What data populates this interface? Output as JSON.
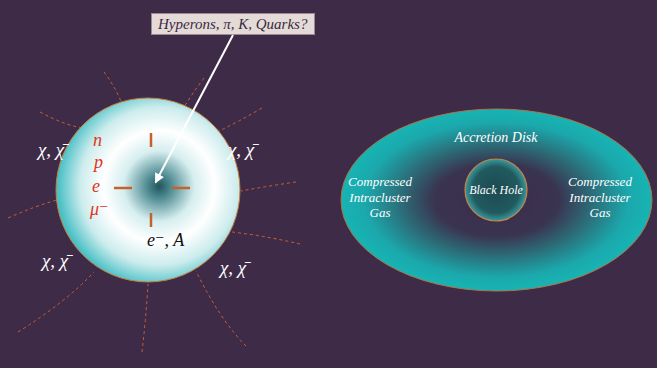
{
  "diagram": {
    "nodes": [
      {
        "text": [
          "Hyperons, π, K, Quarks?"
        ]
      },
      {
        "text": [
          "n",
          "p",
          "e",
          "μ⁻",
          "e⁻, A"
        ]
      },
      {
        "text": [
          "Accretion Disk",
          "Compressed Intracluster Gas",
          "Compressed Intracluster Gas"
        ]
      },
      {
        "text": [
          "Black Hole"
        ],
        "in": 2
      }
    ],
    "edges": [
      {
        "from": 0,
        "to": 1,
        "arrow": "to"
      }
    ],
    "labels": [
      "χ, χ̄",
      "χ, χ̄",
      "χ, χ̄",
      "χ, χ̄"
    ]
  }
}
